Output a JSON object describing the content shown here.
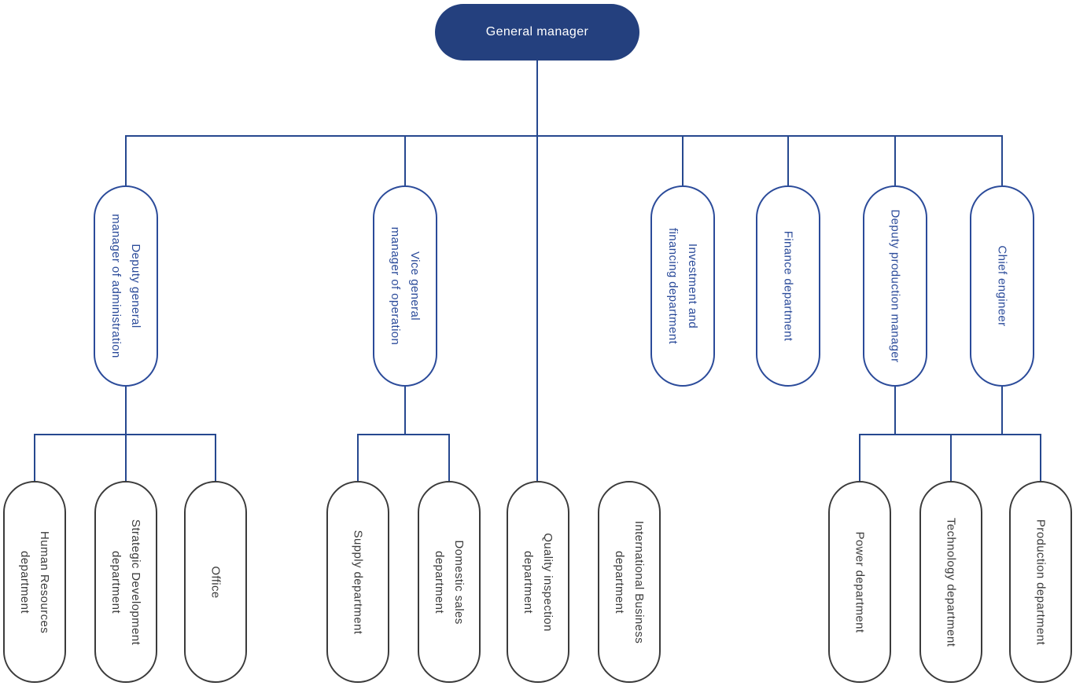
{
  "colors": {
    "root_fill": "#24407e",
    "manager_blue": "#2b4b9a",
    "connector_blue": "#26488f",
    "department_gray": "#3b3b3b"
  },
  "root": {
    "label": "General manager"
  },
  "managers": [
    {
      "id": "deputy-general-manager-administration",
      "label": "Deputy general\nmanager of administration"
    },
    {
      "id": "vice-general-manager-operation",
      "label": "Vice general\nmanager of operation"
    },
    {
      "id": "investment-financing-department",
      "label": "Investment and\nfinancing department"
    },
    {
      "id": "finance-department",
      "label": "Finance department"
    },
    {
      "id": "deputy-production-manager",
      "label": "Deputy production manager"
    },
    {
      "id": "chief-engineer",
      "label": "Chief engineer"
    }
  ],
  "departments": [
    {
      "id": "human-resources-department",
      "label": "Human Resources\ndepartment"
    },
    {
      "id": "strategic-development-department",
      "label": "Strategic Development\ndepartment"
    },
    {
      "id": "office",
      "label": "Office"
    },
    {
      "id": "supply-department",
      "label": "Supply department"
    },
    {
      "id": "domestic-sales-department",
      "label": "Domestic sales\ndepartment"
    },
    {
      "id": "quality-inspection-department",
      "label": "Quality inspection\ndepartment"
    },
    {
      "id": "international-business-department",
      "label": "International Business\ndepartment"
    },
    {
      "id": "power-department",
      "label": "Power department"
    },
    {
      "id": "technology-department",
      "label": "Technology department"
    },
    {
      "id": "production-department",
      "label": "Production department"
    }
  ]
}
